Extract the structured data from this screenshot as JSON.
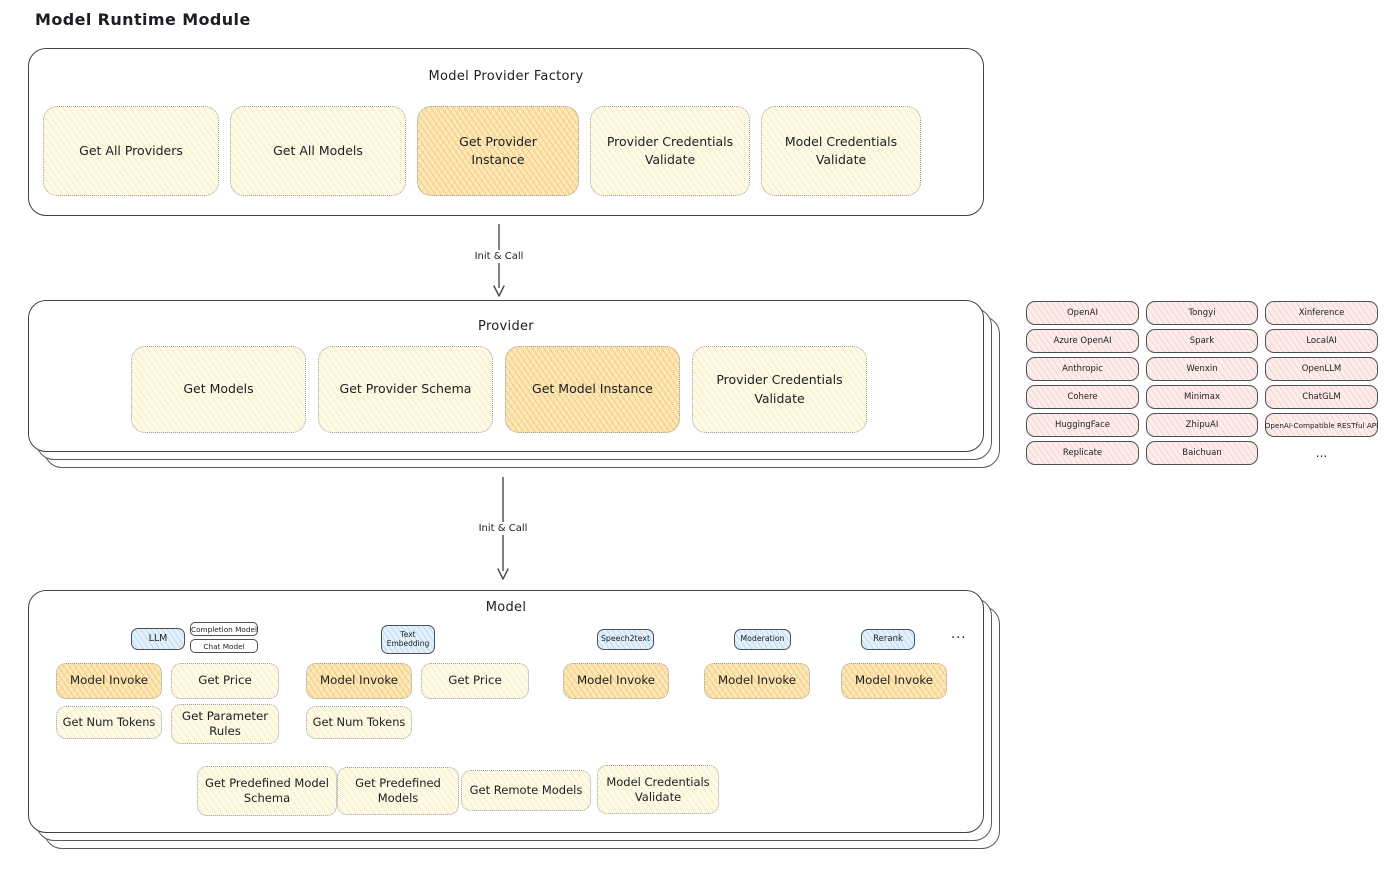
{
  "title": "Model Runtime Module",
  "factory": {
    "title": "Model Provider Factory",
    "buttons": [
      {
        "label": "Get All Providers",
        "highlighted": false
      },
      {
        "label": "Get All Models",
        "highlighted": false
      },
      {
        "label": "Get Provider Instance",
        "highlighted": true
      },
      {
        "label": "Provider Credentials Validate",
        "highlighted": false
      },
      {
        "label": "Model Credentials Validate",
        "highlighted": false
      }
    ]
  },
  "arrows": {
    "factory_to_provider": "Init & Call",
    "provider_to_model": "Init & Call"
  },
  "provider": {
    "title": "Provider",
    "buttons": [
      {
        "label": "Get Models",
        "highlighted": false
      },
      {
        "label": "Get Provider Schema",
        "highlighted": false
      },
      {
        "label": "Get Model Instance",
        "highlighted": true
      },
      {
        "label": "Provider Credentials Validate",
        "highlighted": false
      }
    ]
  },
  "provider_list": {
    "items": [
      "OpenAI",
      "Tongyi",
      "Xinference",
      "Azure OpenAI",
      "Spark",
      "LocalAI",
      "Anthropic",
      "Wenxin",
      "OpenLLM",
      "Cohere",
      "Minimax",
      "ChatGLM",
      "HuggingFace",
      "ZhipuAI",
      "OpenAI-Compatible RESTful API",
      "Replicate",
      "Baichuan"
    ],
    "more": "..."
  },
  "model": {
    "title": "Model",
    "tabs": {
      "llm": "LLM",
      "completion": "Completion Model",
      "chat": "Chat Model",
      "text_embedding": "Text Embedding",
      "speech2text": "Speech2text",
      "moderation": "Moderation",
      "rerank": "Rerank",
      "more": "..."
    },
    "llm": {
      "invoke": "Model Invoke",
      "price": "Get Price",
      "tokens": "Get Num Tokens",
      "params": "Get Parameter Rules"
    },
    "text_embedding": {
      "invoke": "Model Invoke",
      "price": "Get Price",
      "tokens": "Get Num Tokens"
    },
    "speech2text": {
      "invoke": "Model Invoke"
    },
    "moderation": {
      "invoke": "Model Invoke"
    },
    "rerank": {
      "invoke": "Model Invoke"
    },
    "common": {
      "schema": "Get Predefined Model Schema",
      "predefined": "Get Predefined Models",
      "remote": "Get Remote Models",
      "validate": "Model Credentials Validate"
    }
  },
  "colors": {
    "highlight_orange": "#f6c66d",
    "panel_yellow": "#fdf6d9",
    "provider_pink": "#fbe9e7",
    "tab_blue": "#dcedfa",
    "border_dark": "#3d4348"
  }
}
